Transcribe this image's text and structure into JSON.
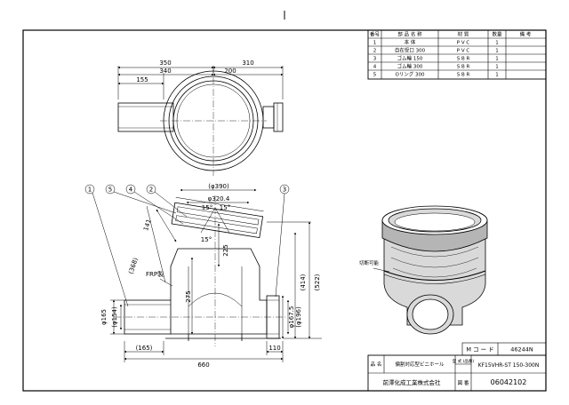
{
  "parts_table": {
    "headers": [
      "番号",
      "部 品 名 称",
      "材 質",
      "数量",
      "備 考"
    ],
    "rows": [
      [
        "1",
        "本 体",
        "P V C",
        "1",
        ""
      ],
      [
        "2",
        "自在受口 300",
        "P V C",
        "1",
        ""
      ],
      [
        "3",
        "ゴム輪 150",
        "S B R",
        "1",
        ""
      ],
      [
        "4",
        "ゴム輪 300",
        "S B R",
        "1",
        ""
      ],
      [
        "5",
        "Oリング 300",
        "S B R",
        "1",
        ""
      ]
    ]
  },
  "dimensions": {
    "d350": "350",
    "d310": "310",
    "d340": "340",
    "d200": "200",
    "d155": "155",
    "d390": "(φ390)",
    "d3204": "φ320.4",
    "ang15a": "15°",
    "ang15b": "15°",
    "ang15c": "15°",
    "d141": "141",
    "d368": "(368)",
    "d275": "275",
    "d225": "225",
    "d414": "(414)",
    "d522": "(522)",
    "d165": "φ165",
    "d154": "(φ154)",
    "d1675": "φ167.5",
    "d196": "(φ196)",
    "d165b": "(165)",
    "d660": "660",
    "d110": "110"
  },
  "annotations": {
    "frp": "FRP製",
    "cut_location": "切断可能",
    "balloons": [
      "1",
      "5",
      "4",
      "2",
      "3"
    ]
  },
  "title_block": {
    "mcode_label": "M コ ー ド",
    "mcode_value": "46244N",
    "name_label": "品 名",
    "name_value": "偏割対応型ビニホール",
    "model_label": "型 式 (品番)",
    "model_value": "KF15VHR-ST 150-300N",
    "company": "前澤化成工業株式会社",
    "drawing_no_label": "図 番",
    "drawing_no_value": "06042102"
  },
  "colors": {
    "line": "#000000",
    "shade": "#d9d9d9",
    "shade_dark": "#b5b5b5"
  }
}
